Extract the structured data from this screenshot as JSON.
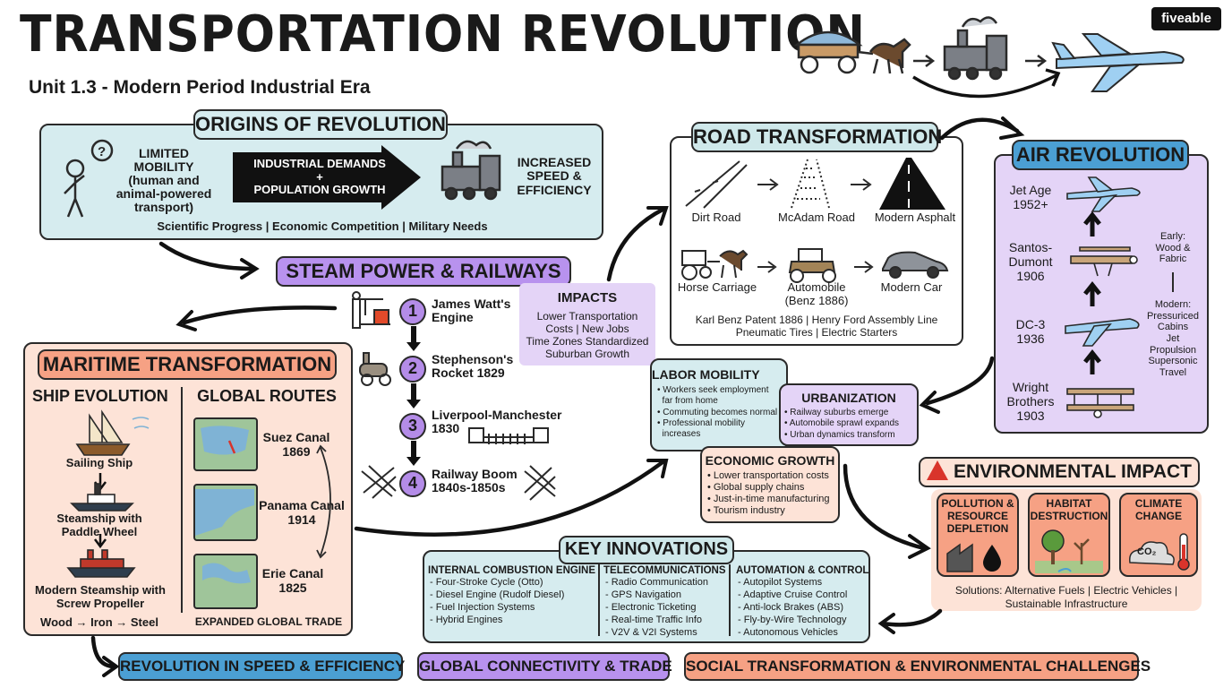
{
  "title": "TRANSPORTATION REVOLUTION",
  "subtitle": "Unit 1.3 - Modern Period Industrial Era",
  "brand": "fiveable",
  "origins": {
    "header": "ORIGINS OF REVOLUTION",
    "limited": "LIMITED\nMOBILITY\n(human and\nanimal-powered\ntransport)",
    "demands": "INDUSTRIAL DEMANDS\n+\nPOPULATION GROWTH",
    "increased": "INCREASED\nSPEED &\nEFFICIENCY",
    "factors": "Scientific Progress | Economic Competition | Military Needs"
  },
  "steam": {
    "header": "STEAM POWER & RAILWAYS",
    "steps": [
      {
        "n": "1",
        "label": "James Watt's\nEngine"
      },
      {
        "n": "2",
        "label": "Stephenson's\nRocket 1829"
      },
      {
        "n": "3",
        "label": "Liverpool-Manchester\n1830"
      },
      {
        "n": "4",
        "label": "Railway Boom\n1840s-1850s"
      }
    ]
  },
  "impacts": {
    "header": "IMPACTS",
    "lines": [
      "Lower Transportation",
      "Costs | New Jobs",
      "Time Zones Standardized",
      "Suburban Growth"
    ]
  },
  "road": {
    "header": "ROAD TRANSFORMATION",
    "row1": [
      "Dirt Road",
      "McAdam Road",
      "Modern Asphalt"
    ],
    "row2": [
      "Horse Carriage",
      "Automobile\n(Benz 1886)",
      "Modern Car"
    ],
    "footer1": "Karl Benz Patent 1886 | Henry Ford Assembly Line",
    "footer2": "Pneumatic Tires | Electric Starters"
  },
  "air": {
    "header": "AIR REVOLUTION",
    "stages": [
      "Jet Age\n1952+",
      "Santos-\nDumont\n1906",
      "DC-3\n1936",
      "Wright\nBrothers\n1903"
    ],
    "early": "Early:\nWood &\nFabric",
    "modern": "Modern:\nPressuriced\nCabins\nJet\nPropulsion\nSupersonic\nTravel"
  },
  "maritime": {
    "header": "MARITIME TRANSFORMATION",
    "ship_header": "SHIP EVOLUTION",
    "ships": [
      "Sailing Ship",
      "Steamship with\nPaddle Wheel",
      "Modern Steamship with\nScrew Propeller"
    ],
    "materials": "Wood → Iron → Steel",
    "routes_header": "GLOBAL ROUTES",
    "routes": [
      "Suez Canal\n1869",
      "Panama Canal\n1914",
      "Erie Canal\n1825"
    ],
    "trade": "EXPANDED GLOBAL TRADE"
  },
  "labor": {
    "header": "LABOR MOBILITY",
    "items": [
      "• Workers seek employment",
      "  far from home",
      "• Commuting becomes normal",
      "• Professional mobility",
      "  increases"
    ]
  },
  "urban": {
    "header": "URBANIZATION",
    "items": [
      "• Railway suburbs emerge",
      "• Automobile sprawl expands",
      "• Urban dynamics transform"
    ]
  },
  "economic": {
    "header": "ECONOMIC GROWTH",
    "items": [
      "• Lower transportation costs",
      "• Global supply chains",
      "• Just-in-time manufacturing",
      "• Tourism industry"
    ]
  },
  "environment": {
    "header": "ENVIRONMENTAL IMPACT",
    "cards": [
      "POLLUTION &\nRESOURCE\nDEPLETION",
      "HABITAT\nDESTRUCTION",
      "CLIMATE\nCHANGE"
    ],
    "co2": "CO₂",
    "solutions": "Solutions: Alternative Fuels | Electric Vehicles |\nSustainable Infrastructure"
  },
  "innovations": {
    "header": "KEY INNOVATIONS",
    "columns": [
      {
        "title": "INTERNAL COMBUSTION ENGINE",
        "items": [
          "- Four-Stroke Cycle (Otto)",
          "- Diesel Engine (Rudolf Diesel)",
          "- Fuel Injection Systems",
          "- Hybrid Engines"
        ]
      },
      {
        "title": "TELECOMMUNICATIONS",
        "items": [
          "- Radio Communication",
          "- GPS Navigation",
          "- Electronic Ticketing",
          "- Real-time Traffic Info",
          "- V2V & V2I Systems"
        ]
      },
      {
        "title": "AUTOMATION & CONTROL",
        "items": [
          "- Autopilot Systems",
          "- Adaptive Cruise Control",
          "- Anti-lock Brakes (ABS)",
          "- Fly-by-Wire Technology",
          "- Autonomous Vehicles"
        ]
      }
    ]
  },
  "bottom": [
    "REVOLUTION IN SPEED & EFFICIENCY",
    "GLOBAL CONNECTIVITY & TRADE",
    "SOCIAL TRANSFORMATION & ENVIRONMENTAL CHALLENGES"
  ],
  "colors": {
    "teal": "#d6ecef",
    "teal_hdr": "#cfe8ea",
    "purple": "#e4d4f7",
    "purple_hdr": "#b892ee",
    "salmon": "#fde3d7",
    "salmon_hdr": "#f6a184",
    "blue_pill": "#4b9fd3"
  }
}
